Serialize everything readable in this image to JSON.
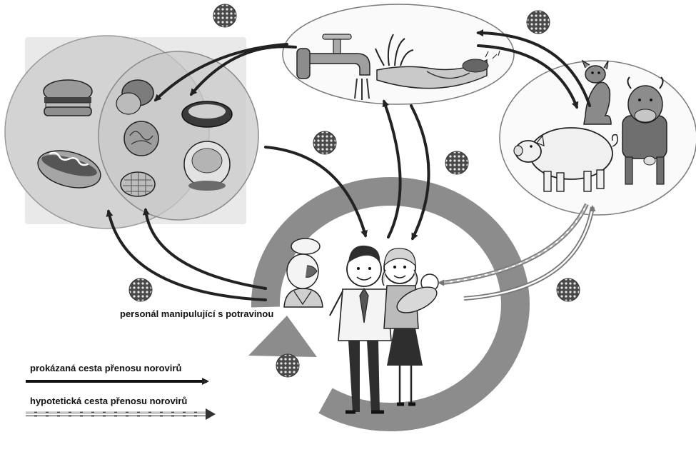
{
  "labels": {
    "food_handler": "personál manipulující s potravinou"
  },
  "legend": {
    "proven": "prokázaná cesta přenosu norovirů",
    "hypothetical": "hypotetická cesta přenosu norovirů"
  },
  "colors": {
    "proven_arrow": "#222222",
    "hypothetical_arrow": "#888888",
    "human_ring": "#8c8c8c",
    "food_set_fill": "#d2d2d2",
    "food_overlap_fill": "#c2c2c2",
    "virus": "#555555"
  },
  "icons": [
    "norovirus-particle-icon",
    "burger-icon",
    "hotdog-icon",
    "oyster-icon",
    "mussel-icon",
    "lettuce-icon",
    "berries-icon",
    "water-tap-icon",
    "pond-icon",
    "dog-icon",
    "pig-icon",
    "cow-icon",
    "food-handler-icon",
    "man-icon",
    "woman-icon",
    "baby-icon"
  ]
}
